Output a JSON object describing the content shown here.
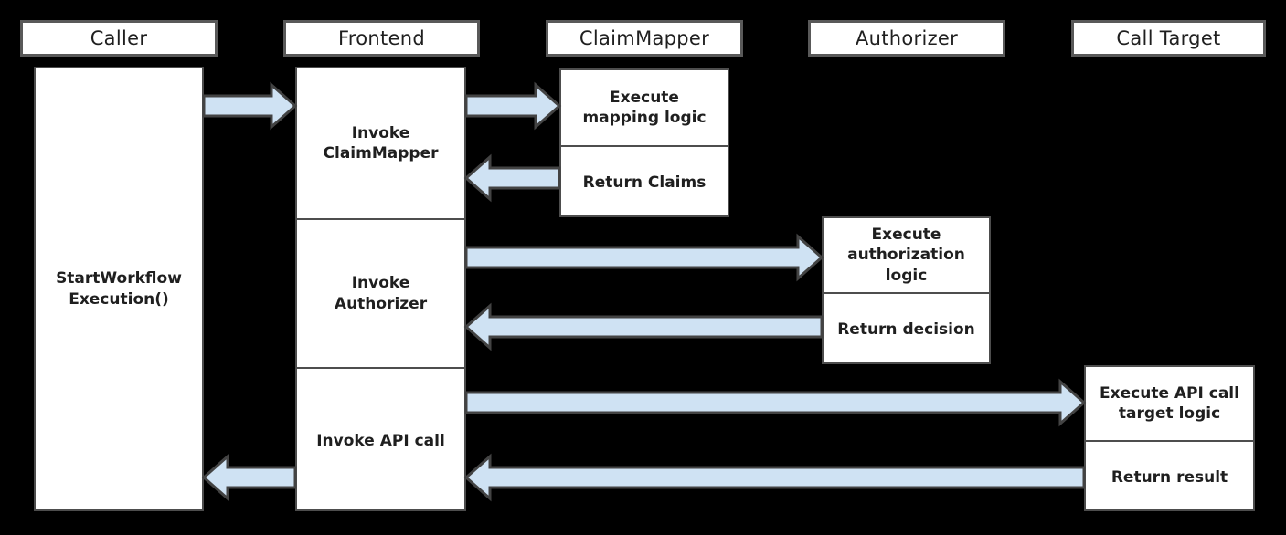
{
  "colors": {
    "background": "#000000",
    "box_fill": "#ffffff",
    "box_border": "#4d4d4d",
    "header_border": "#595959",
    "text": "#1f1f1f",
    "arrow_fill": "#cfe2f3",
    "arrow_stroke": "#434343"
  },
  "lifelines": [
    {
      "label": "Caller"
    },
    {
      "label": "Frontend"
    },
    {
      "label": "ClaimMapper"
    },
    {
      "label": "Authorizer"
    },
    {
      "label": "Call Target"
    }
  ],
  "activations": {
    "caller": {
      "label": "StartWorkflow\nExecution()"
    },
    "frontend": {
      "steps": [
        {
          "label": "Invoke\nClaimMapper"
        },
        {
          "label": "Invoke\nAuthorizer"
        },
        {
          "label": "Invoke API call"
        }
      ]
    },
    "claim_mapper": {
      "steps": [
        {
          "label": "Execute\nmapping logic"
        },
        {
          "label": "Return Claims"
        }
      ]
    },
    "authorizer": {
      "steps": [
        {
          "label": "Execute\nauthorization\nlogic"
        },
        {
          "label": "Return decision"
        }
      ]
    },
    "call_target": {
      "steps": [
        {
          "label": "Execute API call\ntarget logic"
        },
        {
          "label": "Return result"
        }
      ]
    }
  }
}
